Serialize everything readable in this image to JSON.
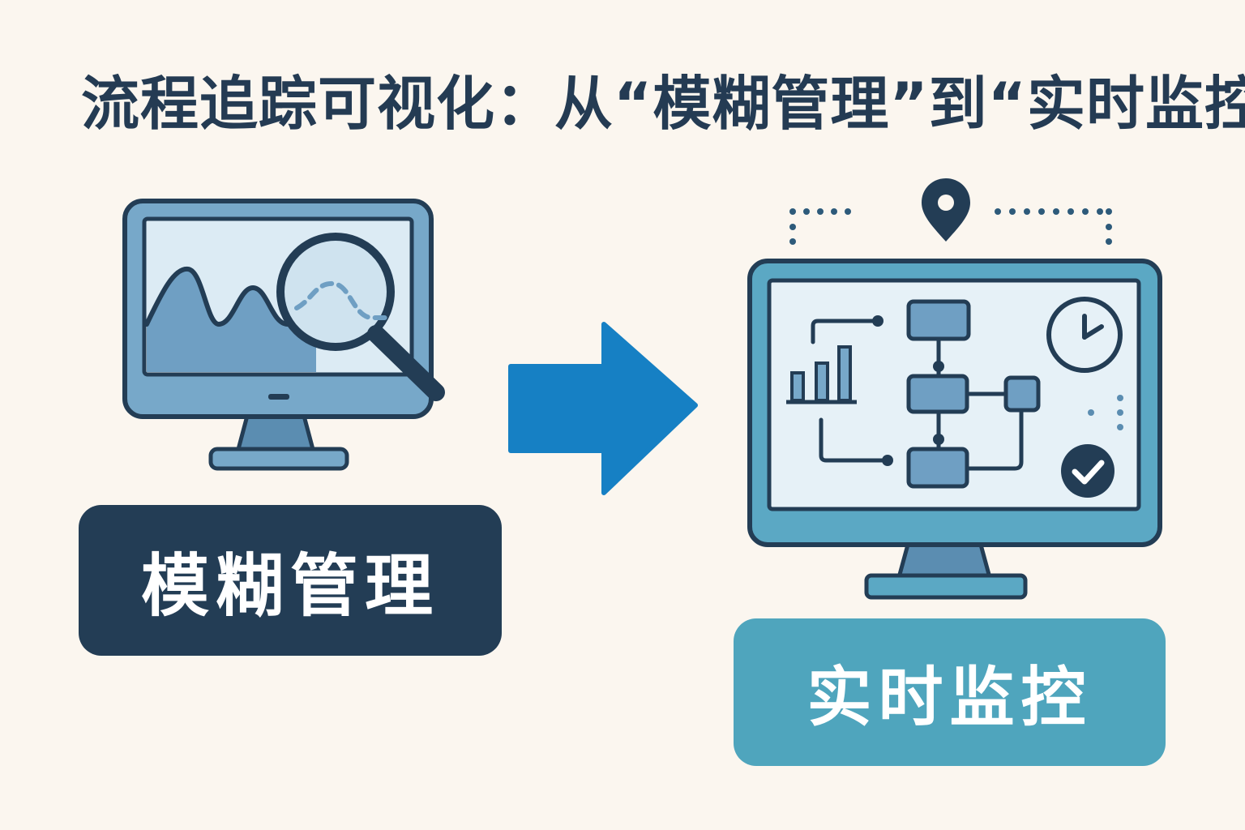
{
  "title": "流程追踪可视化：从“模糊管理”到“实时监控",
  "left_panel": {
    "label": "模糊管理",
    "monitor_icon": "monitor-with-magnified-chart-icon"
  },
  "arrow": {
    "icon": "arrow-right-icon"
  },
  "right_panel": {
    "label": "实时监控",
    "monitor_icon": "monitor-with-flowchart-icon",
    "extra_icons": [
      "location-pin-icon",
      "bar-chart-icon",
      "flowchart-icon",
      "clock-icon",
      "check-circle-icon"
    ]
  },
  "colors": {
    "background": "#fbf6ef",
    "dark_navy": "#233d55",
    "teal": "#4fa5bd",
    "arrow_blue": "#1680c4",
    "screen_light": "#e6f1f7",
    "monitor_blue": "#77a8c9"
  }
}
